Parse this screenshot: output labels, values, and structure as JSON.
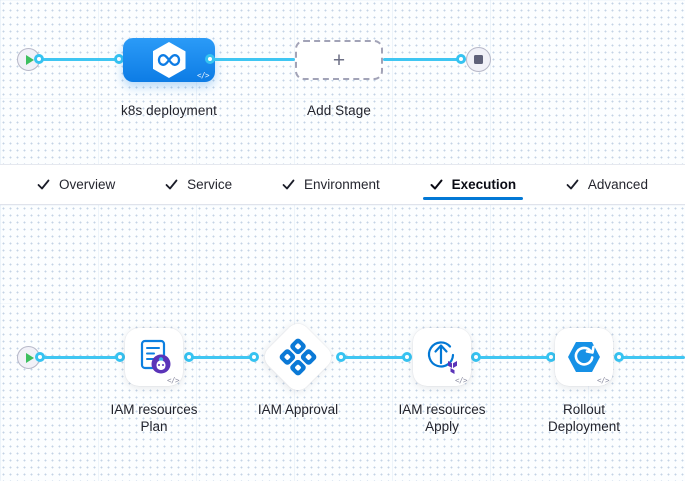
{
  "colors": {
    "accent": "#0278d5",
    "connector": "#3fc6f2",
    "stage_blue": "#0d7ce5",
    "start_green": "#3dbf5f",
    "stop_gray": "#5f6179",
    "terraform_purple": "#5b34b8",
    "rollout_blue": "#1691e6"
  },
  "pipeline_graph": {
    "stage": {
      "label": "k8s deployment",
      "code_badge": "</>"
    },
    "add_stage": {
      "label": "Add Stage",
      "plus": "+"
    }
  },
  "tab_bar": {
    "tabs": [
      {
        "label": "Overview",
        "checked": true,
        "active": false
      },
      {
        "label": "Service",
        "checked": true,
        "active": false
      },
      {
        "label": "Environment",
        "checked": true,
        "active": false
      },
      {
        "label": "Execution",
        "checked": true,
        "active": true
      },
      {
        "label": "Advanced",
        "checked": true,
        "active": false
      }
    ]
  },
  "execution_graph": {
    "steps": [
      {
        "name": "IAM resources Plan",
        "line1": "IAM resources",
        "line2": "Plan",
        "icon": "terraform-plan",
        "code_badge": "</>"
      },
      {
        "name": "IAM Approval",
        "line1": "IAM Approval",
        "line2": "",
        "icon": "approval",
        "code_badge": ""
      },
      {
        "name": "IAM resources Apply",
        "line1": "IAM resources",
        "line2": "Apply",
        "icon": "terraform-apply",
        "code_badge": "</>"
      },
      {
        "name": "Rollout Deployment",
        "line1": "Rollout",
        "line2": "Deployment",
        "icon": "rollout",
        "code_badge": "</>"
      }
    ]
  }
}
